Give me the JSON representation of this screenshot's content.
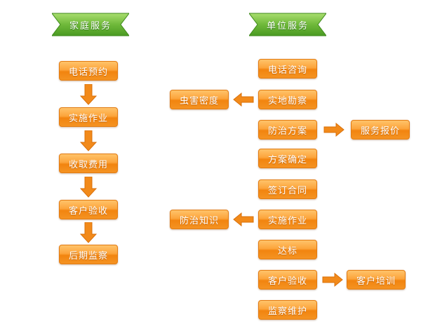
{
  "household": {
    "title": "家庭服务",
    "steps": [
      "电话预约",
      "实施作业",
      "收取费用",
      "客户验收",
      "后期监察"
    ]
  },
  "business": {
    "title": "单位服务",
    "steps": [
      "电话咨询",
      "实地勘察",
      "防治方案",
      "方案确定",
      "签订合同",
      "实施作业",
      "达标",
      "客户验收",
      "监察维护"
    ]
  },
  "side_nodes": {
    "pest_density": "虫害密度",
    "service_quote": "服务报价",
    "prevention_knowledge": "防治知识",
    "customer_training": "客户培训"
  },
  "colors": {
    "node_orange": "#f49322",
    "arrow_orange": "#f28a1a",
    "ribbon_green": "#5ca92a"
  }
}
